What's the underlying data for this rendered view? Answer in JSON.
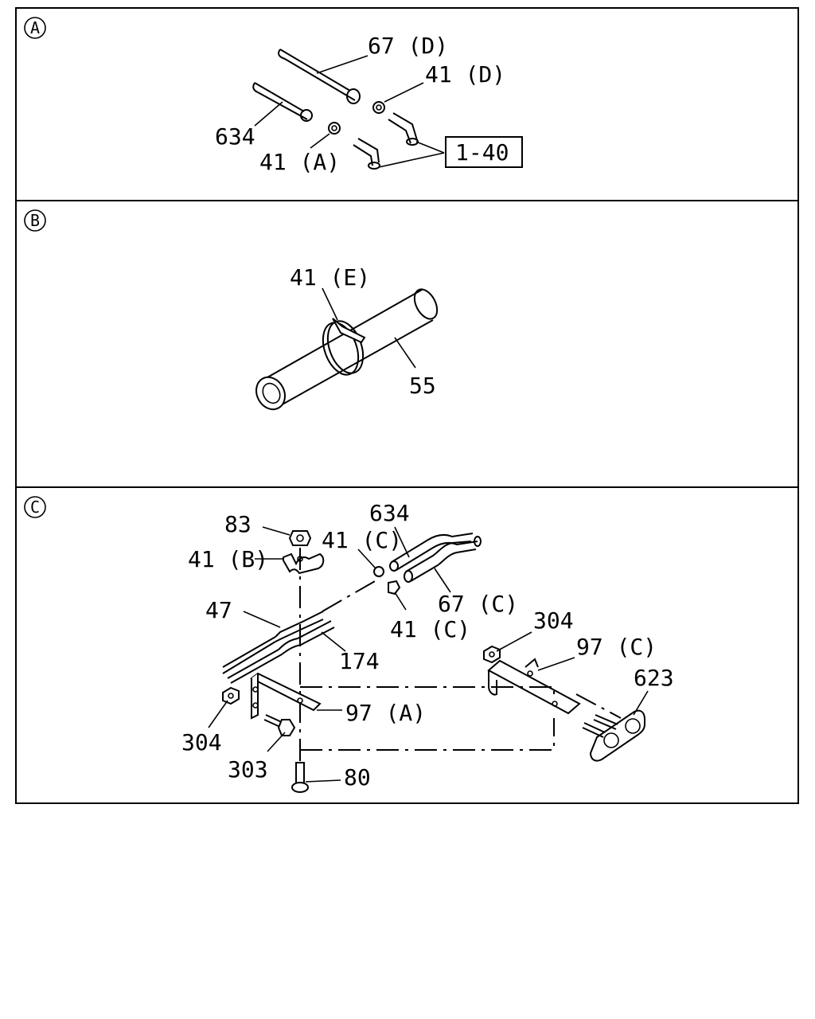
{
  "panels": [
    {
      "letter": "A",
      "labels": [
        "67 (D)",
        "41 (D)",
        "634",
        "41 (A)",
        "1-40"
      ]
    },
    {
      "letter": "B",
      "labels": [
        "41 (E)",
        "55"
      ]
    },
    {
      "letter": "C",
      "labels": [
        "83",
        "634",
        "41 (C)",
        "41 (B)",
        "67 (C)",
        "47",
        "41 (C)",
        "304",
        "174",
        "97 (C)",
        "623",
        "97 (A)",
        "304",
        "303",
        "80"
      ]
    }
  ]
}
